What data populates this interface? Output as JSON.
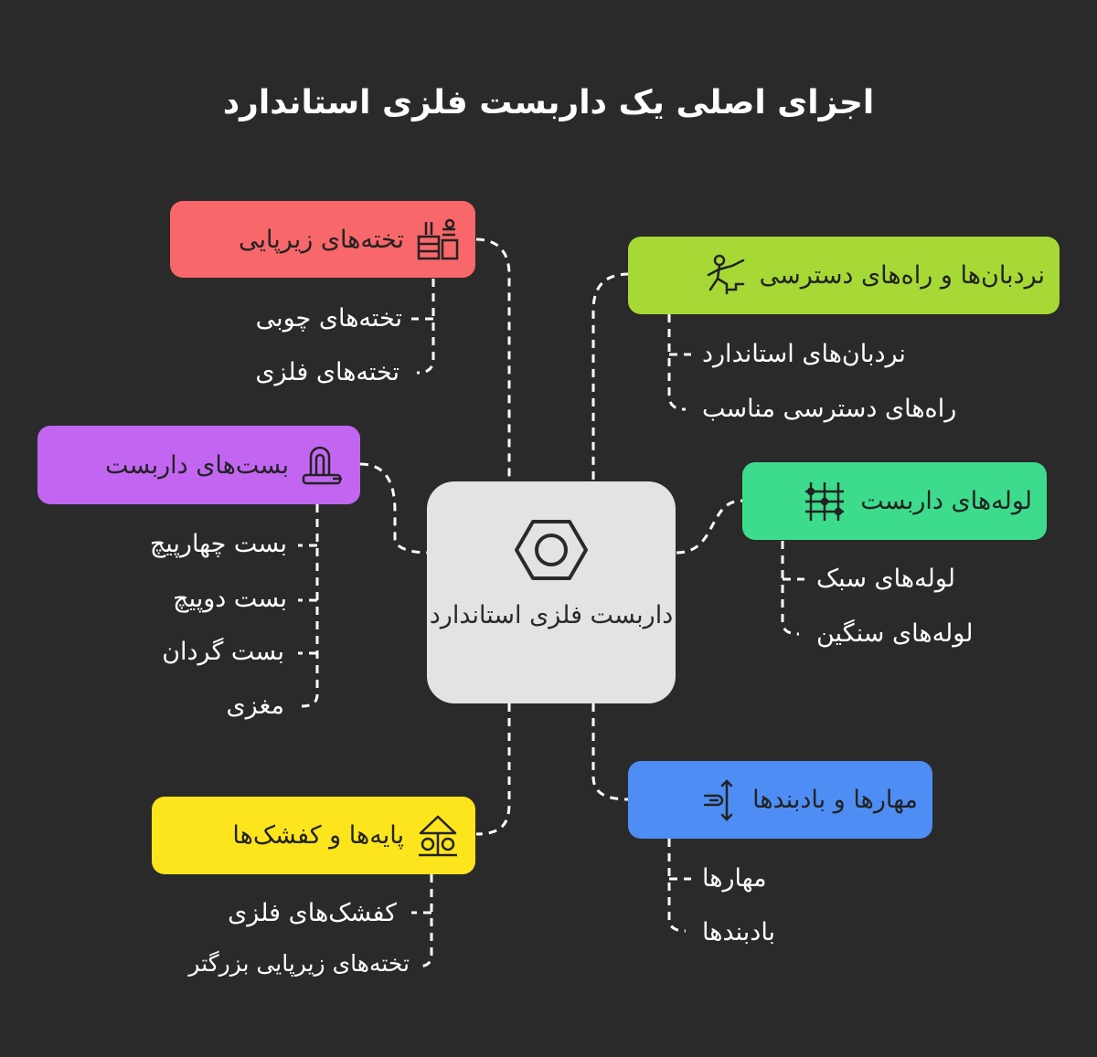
{
  "title": "اجزای اصلی یک داربست فلزی استاندارد",
  "center": {
    "label": "داربست فلزی استاندارد",
    "icon": "hex-nut-icon"
  },
  "colors": {
    "background": "#2a2a2a",
    "center": "#e3e3e3",
    "planks": "#f8676a",
    "ladders": "#a6d935",
    "clamps": "#c266f2",
    "pipes": "#3ddc8c",
    "bases": "#fde51d",
    "ties": "#4e8ef4"
  },
  "branches": {
    "planks": {
      "label": "تخته‌های زیرپایی",
      "icon": "scaffold-plank-icon",
      "items": [
        "تخته‌های چوبی",
        "تخته‌های فلزی"
      ]
    },
    "ladders": {
      "label": "نردبان‌ها و راه‌های دسترسی",
      "icon": "climbing-person-icon",
      "items": [
        "نردبان‌های استاندارد",
        "راه‌های دسترسی مناسب"
      ]
    },
    "clamps": {
      "label": "بست‌های داربست",
      "icon": "clamp-icon",
      "items": [
        "بست چهارپیچ",
        "بست دوپیچ",
        "بست گردان",
        "مغزی"
      ]
    },
    "pipes": {
      "label": "لوله‌های داربست",
      "icon": "pipe-frame-icon",
      "items": [
        "لوله‌های سبک",
        "لوله‌های سنگین"
      ]
    },
    "bases": {
      "label": "پایه‌ها و کفشک‌ها",
      "icon": "base-stand-icon",
      "items": [
        "کفشک‌های فلزی",
        "تخته‌های زیرپایی بزرگتر"
      ]
    },
    "ties": {
      "label": "مهارها و بادبندها",
      "icon": "anchor-tie-icon",
      "items": [
        "مهارها",
        "بادبندها"
      ]
    }
  }
}
